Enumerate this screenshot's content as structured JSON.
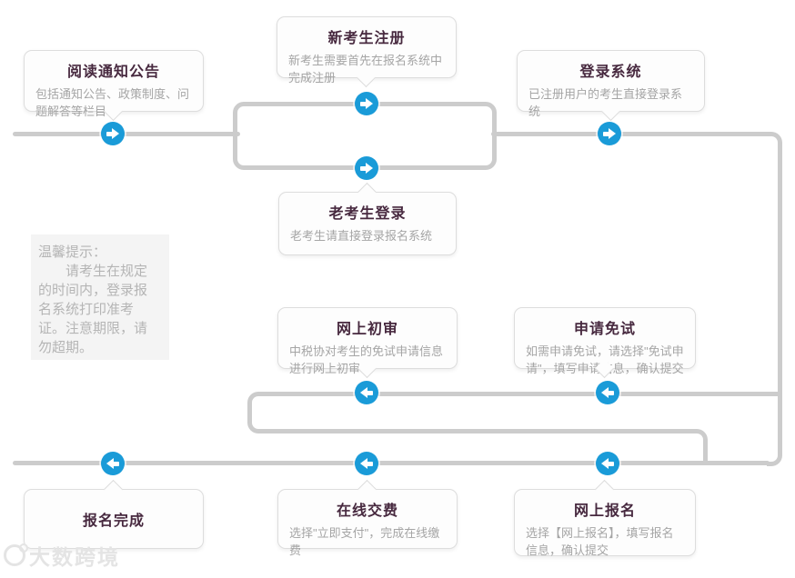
{
  "nodes": {
    "read_notice": {
      "title": "阅读通知公告",
      "desc": "包括通知公告、政策制度、问题解答等栏目"
    },
    "new_register": {
      "title": "新考生注册",
      "desc": "新考生需要首先在报名系统中完成注册"
    },
    "login_system": {
      "title": "登录系统",
      "desc": "已注册用户的考生直接登录系统"
    },
    "old_login": {
      "title": "老考生登录",
      "desc": "老考生请直接登录报名系统"
    },
    "online_review": {
      "title": "网上初审",
      "desc": "中税协对考生的免试申请信息进行网上初审"
    },
    "apply_exemption": {
      "title": "申请免试",
      "desc": "如需申请免试，请选择\"免试申请\"，填写申请信息，确认提交"
    },
    "register_done": {
      "title": "报名完成",
      "desc": ""
    },
    "online_payment": {
      "title": "在线交费",
      "desc": "选择\"立即支付\"，完成在线缴费"
    },
    "online_register": {
      "title": "网上报名",
      "desc": "选择【网上报名】，填写报名信息，确认提交"
    }
  },
  "tip": {
    "heading": "温馨提示：",
    "body": "　　请考生在规定的时间内，登录报名系统打印准考证。注意期限，请勿超期。"
  },
  "watermark": {
    "text": "大数跨境"
  },
  "colors": {
    "arrow": "#1a9bd8",
    "line": "#cccccc",
    "title": "#47293f",
    "desc": "#a5a5a5",
    "tip-bg": "#f4f4f4",
    "tip-text": "#b5b5b5",
    "bubble-bg": "#fdfdfd",
    "bubble-border": "#dddddd",
    "watermark": "#e4e4e4"
  }
}
